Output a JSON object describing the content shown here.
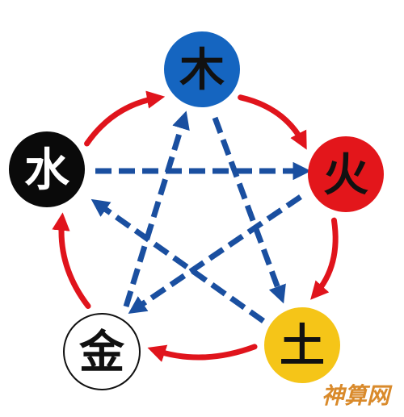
{
  "nodes": [
    {
      "id": "wood",
      "label": "木",
      "fill": "#1565c0",
      "text_color": "#111111"
    },
    {
      "id": "fire",
      "label": "火",
      "fill": "#e3161b",
      "text_color": "#111111"
    },
    {
      "id": "earth",
      "label": "土",
      "fill": "#f5c518",
      "text_color": "#111111"
    },
    {
      "id": "metal",
      "label": "金",
      "fill": "#ffffff",
      "text_color": "#111111"
    },
    {
      "id": "water",
      "label": "水",
      "fill": "#0a0a0a",
      "text_color": "#ffffff"
    }
  ],
  "generating_cycle": {
    "color": "#e0141c",
    "edges": [
      [
        "wood",
        "fire"
      ],
      [
        "fire",
        "earth"
      ],
      [
        "earth",
        "metal"
      ],
      [
        "metal",
        "water"
      ],
      [
        "water",
        "wood"
      ]
    ]
  },
  "overcoming_cycle": {
    "color": "#1a4fa0",
    "style": "dashed",
    "edges": [
      [
        "wood",
        "earth"
      ],
      [
        "earth",
        "water"
      ],
      [
        "water",
        "fire"
      ],
      [
        "fire",
        "metal"
      ],
      [
        "metal",
        "wood"
      ]
    ]
  },
  "watermark": {
    "text": "神算网",
    "color": "#d98a2b"
  }
}
